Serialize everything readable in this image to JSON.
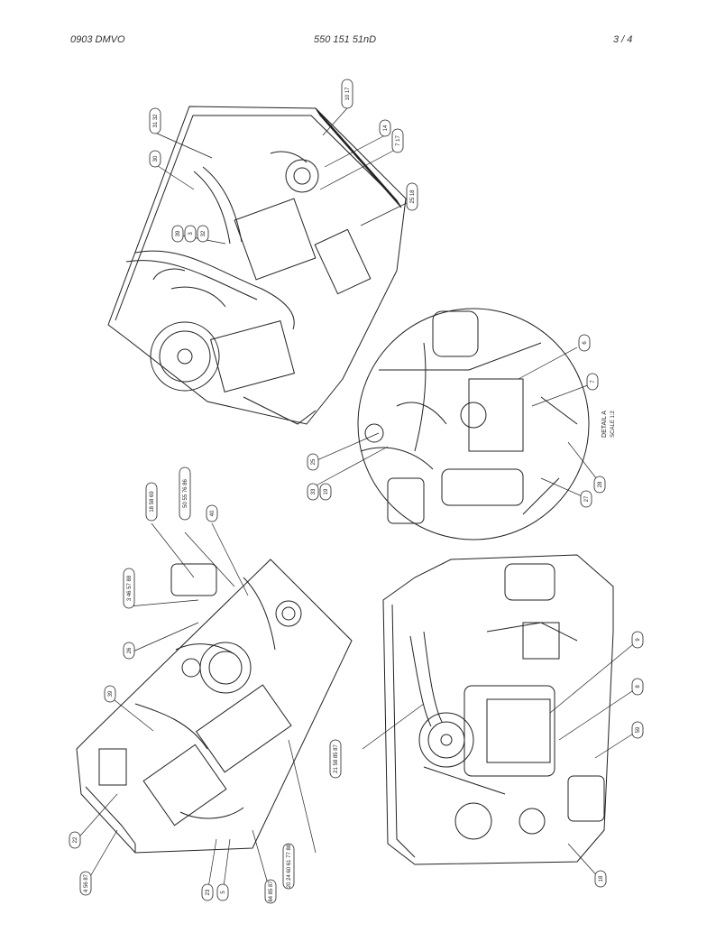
{
  "header": {
    "left": "0903 DMVO",
    "center": "550 151 51nD",
    "right": "3 /   4"
  },
  "detail": {
    "title": "DETAIL A",
    "scale": "SCALE 1:2"
  },
  "callouts": {
    "top": [
      "10 17",
      "14",
      "7 17",
      "25 18",
      "31 32",
      "30",
      "39",
      "3",
      "32"
    ],
    "detail": [
      "6",
      "7",
      "25",
      "33",
      "19",
      "27",
      "28"
    ],
    "left": [
      "18 58 69",
      "50 55 76 86",
      "40",
      "3 46 57 88",
      "26",
      "39",
      "22",
      "4 56 87",
      "23",
      "5",
      "84 85 87",
      "20 24 60 61 77 88"
    ],
    "right": [
      "9",
      "8",
      "59",
      "21 58 85 87",
      "18"
    ]
  }
}
